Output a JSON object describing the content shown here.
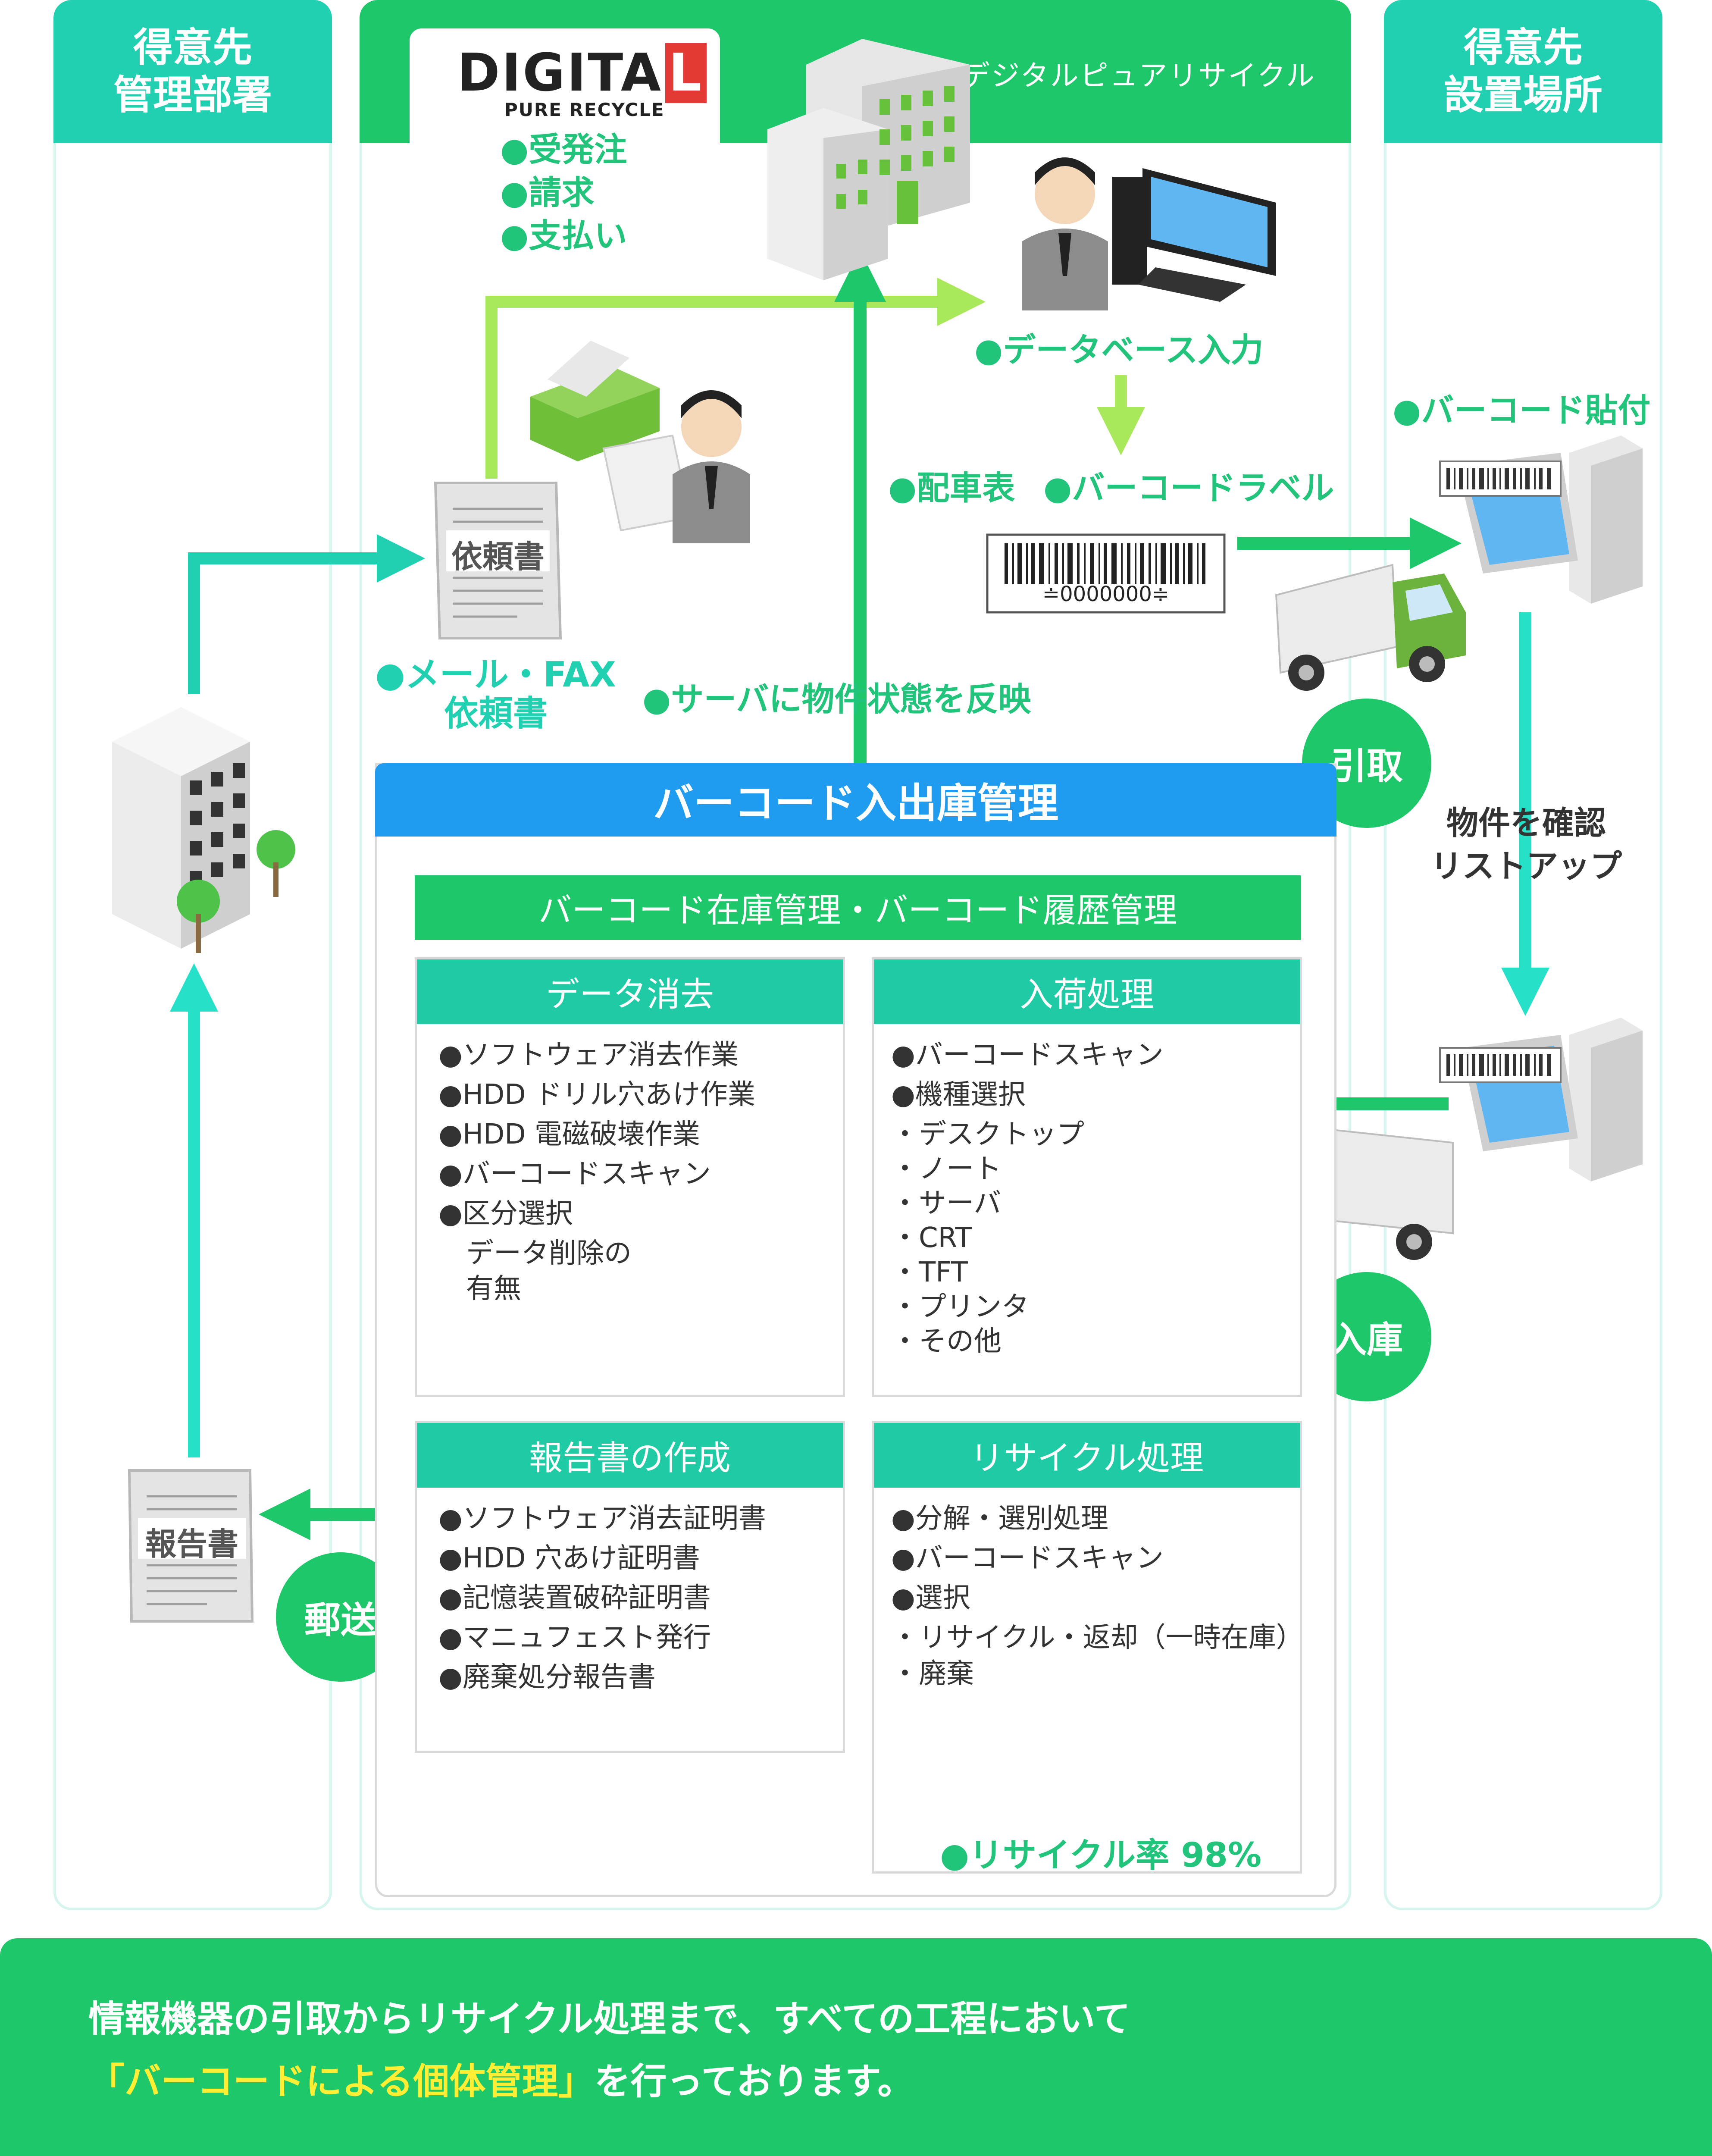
{
  "columns": {
    "left": "得意先\n管理部署",
    "right": "得意先\n設置場所"
  },
  "company": {
    "logo_main": "DIGITA",
    "logo_letter": "L",
    "logo_sub": "PURE RECYCLE",
    "name": "デジタルピュアリサイクル",
    "tasks": [
      "●受発注",
      "●請求",
      "●支払い"
    ]
  },
  "flow": {
    "db_input": "●データベース入力",
    "dispatch": "●配車表",
    "barcode_label": "●バーコードラベル",
    "barcode_number": "≐0000000≑",
    "barcode_attach": "●バーコード貼付",
    "request_doc": "依頼書",
    "mail_fax": "●メール・FAX",
    "mail_fax_2": "依頼書",
    "server_reflect": "●サーバに物件状態を反映",
    "pickup": "引取",
    "confirm_1": "物件を確認",
    "confirm_2": "リストアップ",
    "warehouse_in": "入庫",
    "report_doc": "報告書",
    "mailing": "郵送"
  },
  "main": {
    "title": "バーコード入出庫管理",
    "subtitle": "バーコード在庫管理・バーコード履歴管理",
    "boxes": [
      {
        "title": "データ消去",
        "items": [
          "●ソフトウェア消去作業",
          "●HDD ドリル穴あけ作業",
          "●HDD 電磁破壊作業",
          "●バーコードスキャン",
          "●区分選択",
          "　データ削除の",
          "　有無"
        ]
      },
      {
        "title": "入荷処理",
        "items": [
          "●バーコードスキャン",
          "●機種選択",
          "・デスクトップ",
          "・ノート",
          "・サーバ",
          "・CRT",
          "・TFT",
          "・プリンタ",
          "・その他"
        ]
      },
      {
        "title": "報告書の作成",
        "items": [
          "●ソフトウェア消去証明書",
          "●HDD 穴あけ証明書",
          "●記憶装置破砕証明書",
          "●マニュフェスト発行",
          "●廃棄処分報告書"
        ]
      },
      {
        "title": "リサイクル処理",
        "items": [
          "●分解・選別処理",
          "●バーコードスキャン",
          "●選択",
          "・リサイクル・返却（一時在庫）",
          "・廃棄"
        ]
      }
    ],
    "recycle_rate": "●リサイクル率 98%"
  },
  "footer": {
    "line1": "情報機器の引取からリサイクル処理まで、すべての工程において",
    "line2_highlight": "「バーコードによる個体管理」",
    "line2_rest": "を行っております。"
  },
  "colors": {
    "teal": "#21d0b1",
    "green": "#1ec86a",
    "blue": "#1f9cf0",
    "footer_bg": "#1ec86a",
    "highlight": "#ffee33"
  }
}
